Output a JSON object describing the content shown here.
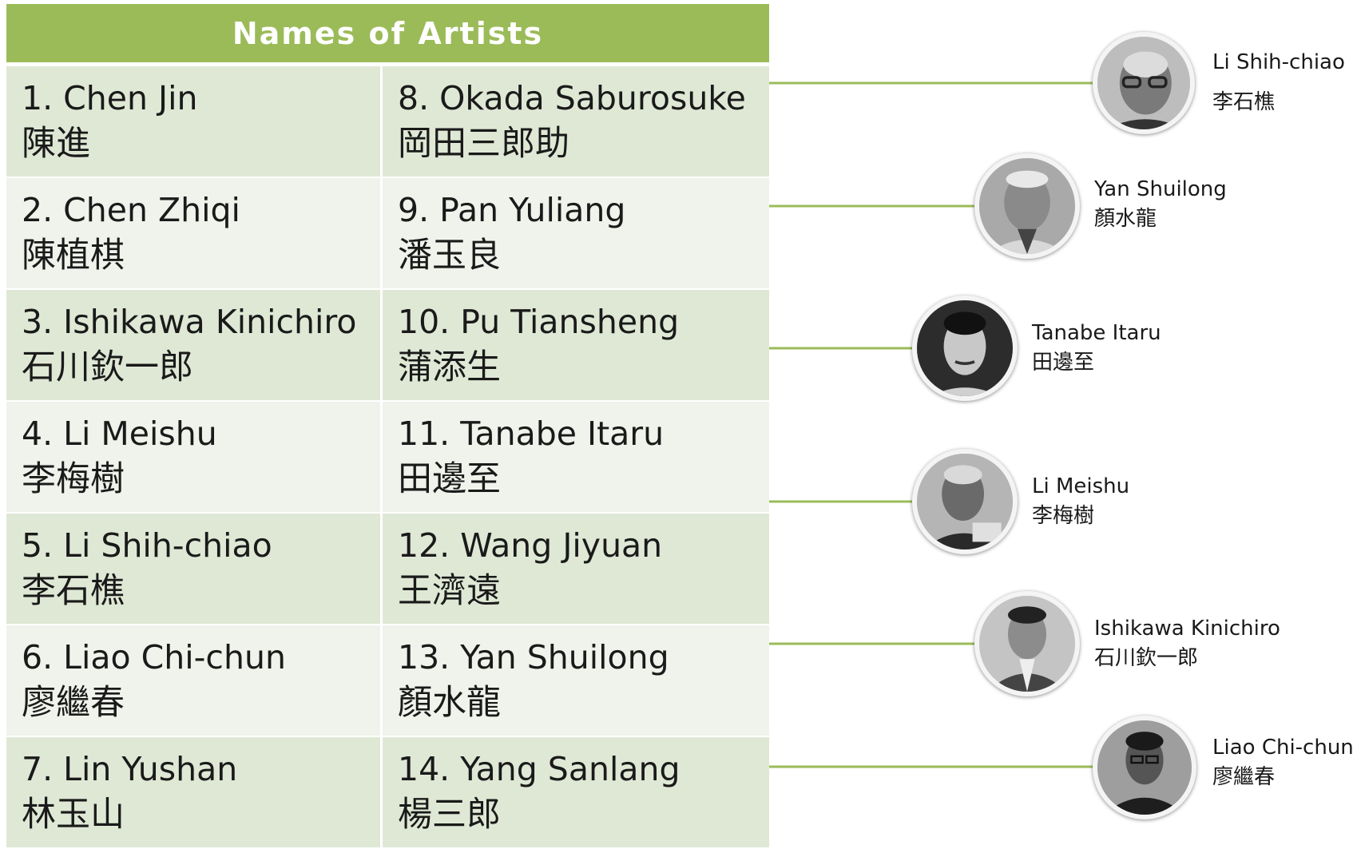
{
  "table": {
    "title": "Names of Artists",
    "rows": [
      [
        {
          "en": "1. Chen Jin",
          "zh": "陳進"
        },
        {
          "en": "8. Okada Saburosuke",
          "zh": "岡田三郎助"
        }
      ],
      [
        {
          "en": "2. Chen Zhiqi",
          "zh": "陳植棋"
        },
        {
          "en": "9. Pan Yuliang",
          "zh": "潘玉良"
        }
      ],
      [
        {
          "en": "3. Ishikawa Kinichiro",
          "zh": "石川欽一郎"
        },
        {
          "en": "10. Pu Tiansheng",
          "zh": "蒲添生"
        }
      ],
      [
        {
          "en": "4. Li Meishu",
          "zh": "李梅樹"
        },
        {
          "en": "11. Tanabe Itaru",
          "zh": "田邊至"
        }
      ],
      [
        {
          "en": "5. Li Shih-chiao",
          "zh": "李石樵"
        },
        {
          "en": "12. Wang Jiyuan",
          "zh": "王濟遠"
        }
      ],
      [
        {
          "en": "6. Liao Chi-chun",
          "zh": "廖繼春"
        },
        {
          "en": "13. Yan Shuilong",
          "zh": "顏水龍"
        }
      ],
      [
        {
          "en": "7. Lin Yushan",
          "zh": "林玉山"
        },
        {
          "en": "14. Yang Sanlang",
          "zh": "楊三郎"
        }
      ]
    ]
  },
  "portraits": [
    {
      "en": "Li Shih-chiao",
      "zh": "李石樵",
      "icon": "portrait-photo-icon"
    },
    {
      "en": "Yan Shuilong",
      "zh": "顏水龍",
      "icon": "portrait-photo-icon"
    },
    {
      "en": "Tanabe Itaru",
      "zh": "田邊至",
      "icon": "portrait-photo-icon"
    },
    {
      "en": "Li Meishu",
      "zh": "李梅樹",
      "icon": "portrait-photo-icon"
    },
    {
      "en": "Ishikawa Kinichiro",
      "zh": "石川欽一郎",
      "icon": "portrait-photo-icon"
    },
    {
      "en": "Liao Chi-chun",
      "zh": "廖繼春",
      "icon": "portrait-photo-icon"
    }
  ],
  "colors": {
    "header": "#9bbb59",
    "row_dark": "#dfe8d5",
    "row_light": "#eff3eb",
    "connector": "#9bbb59"
  }
}
